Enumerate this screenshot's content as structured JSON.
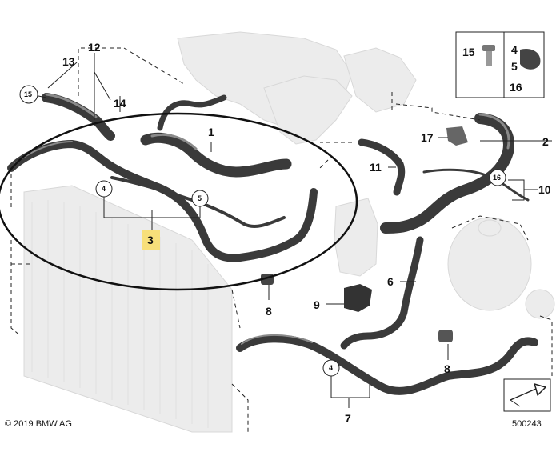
{
  "callouts": {
    "c1": "1",
    "c2": "2",
    "c3": "3",
    "c4a": "4",
    "c4b": "4",
    "c5a": "5",
    "c5b": "5",
    "c6": "6",
    "c7": "7",
    "c8a": "8",
    "c8b": "8",
    "c9": "9",
    "c10": "10",
    "c11": "11",
    "c12": "12",
    "c13": "13",
    "c14": "14",
    "c15a": "15",
    "c15b": "15",
    "c16a": "16",
    "c16b": "16",
    "c17": "17"
  },
  "footer": {
    "copyright": "© 2019 BMW AG",
    "diagram_number": "500243"
  },
  "colors": {
    "highlight": "#f7df7a",
    "hose": "#3a3a3a",
    "ghost": "#ececec"
  }
}
